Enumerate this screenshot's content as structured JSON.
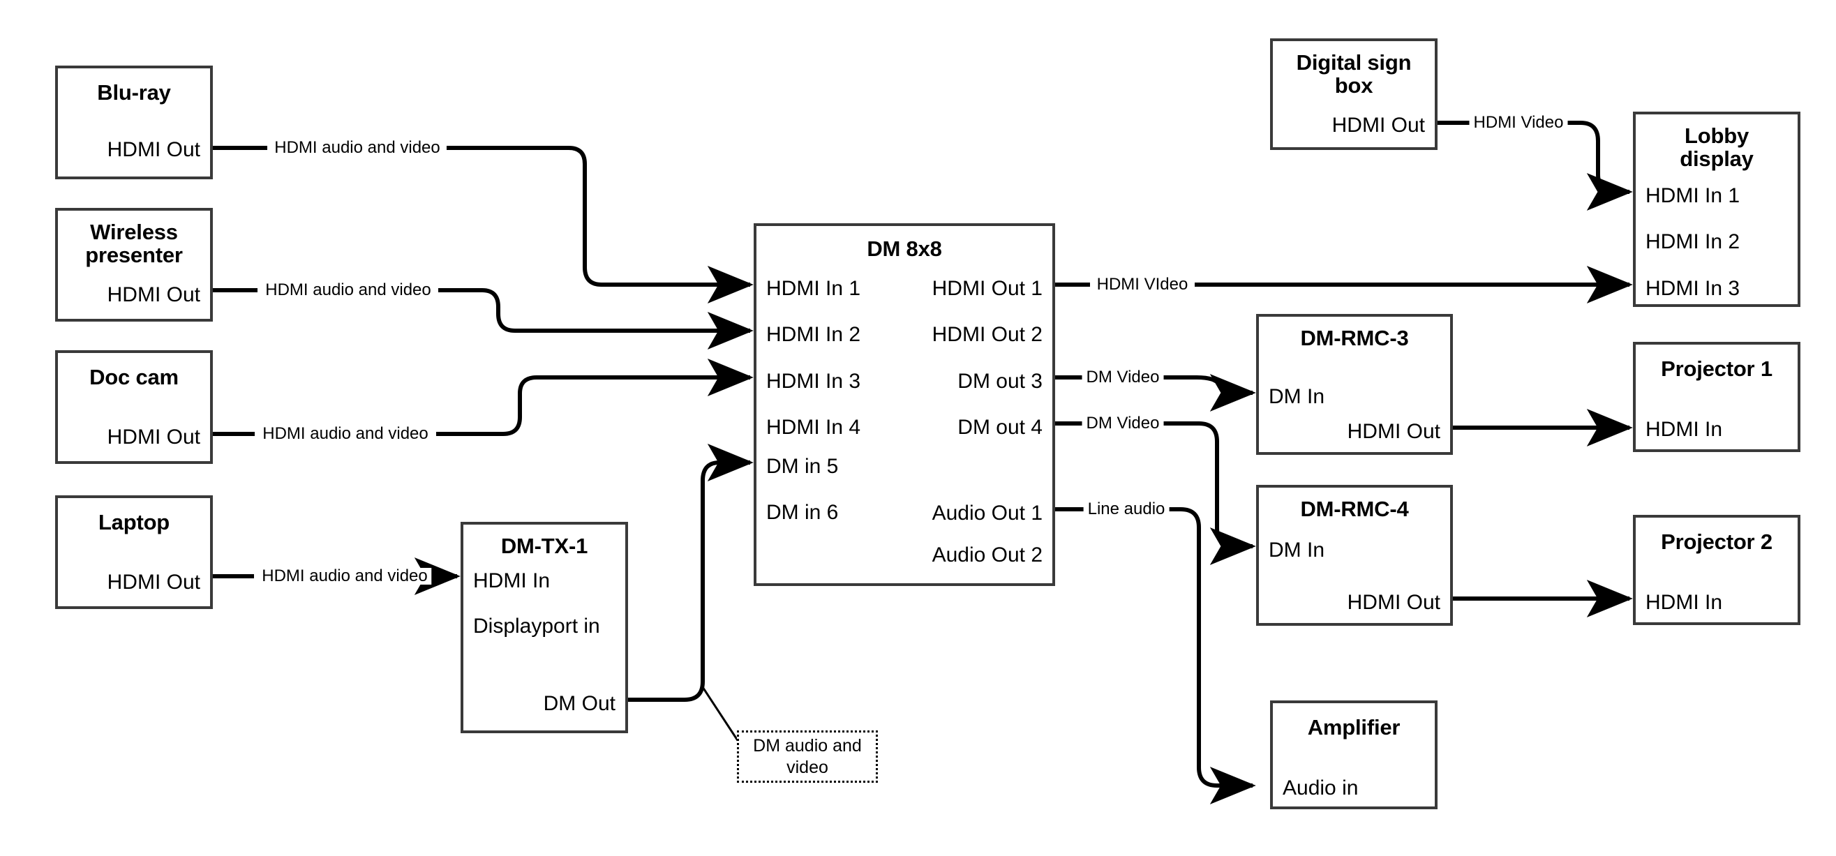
{
  "diagram": {
    "title": "AV signal flow diagram",
    "colors": {
      "box_border": "#3a3a3a",
      "line": "#000000",
      "background": "#ffffff"
    }
  },
  "nodes": {
    "bluray": {
      "title": "Blu-ray",
      "ports": {
        "out1": "HDMI Out"
      }
    },
    "wireless": {
      "title": "Wireless\npresenter",
      "title_line1": "Wireless",
      "title_line2": "presenter",
      "ports": {
        "out1": "HDMI Out"
      }
    },
    "doccam": {
      "title": "Doc cam",
      "ports": {
        "out1": "HDMI Out"
      }
    },
    "laptop": {
      "title": "Laptop",
      "ports": {
        "out1": "HDMI Out"
      }
    },
    "dmtx1": {
      "title": "DM-TX-1",
      "ports": {
        "in1": "HDMI In",
        "in2": "Displayport in",
        "out1": "DM Out"
      }
    },
    "dm8x8": {
      "title": "DM 8x8",
      "inputs": [
        "HDMI In 1",
        "HDMI In 2",
        "HDMI In 3",
        "HDMI In 4",
        "DM in 5",
        "DM in 6"
      ],
      "outputs": [
        "HDMI Out 1",
        "HDMI Out 2",
        "DM out 3",
        "DM out 4",
        "Audio Out 1",
        "Audio Out 2"
      ]
    },
    "digitalsign": {
      "title_line1": "Digital sign",
      "title_line2": "box",
      "ports": {
        "out1": "HDMI Out"
      }
    },
    "lobby": {
      "title_line1": "Lobby",
      "title_line2": "display",
      "inputs": [
        "HDMI In 1",
        "HDMI In 2",
        "HDMI In 3"
      ]
    },
    "dmrmc3": {
      "title": "DM-RMC-3",
      "ports": {
        "in1": "DM In",
        "out1": "HDMI Out"
      }
    },
    "dmrmc4": {
      "title": "DM-RMC-4",
      "ports": {
        "in1": "DM In",
        "out1": "HDMI Out"
      }
    },
    "projector1": {
      "title": "Projector 1",
      "ports": {
        "in1": "HDMI In"
      }
    },
    "projector2": {
      "title": "Projector 2",
      "ports": {
        "in1": "HDMI In"
      }
    },
    "amplifier": {
      "title": "Amplifier",
      "ports": {
        "in1": "Audio in"
      }
    }
  },
  "wire_labels": {
    "bluray_to_dm": "HDMI audio and video",
    "wireless_to_dm": "HDMI audio and video",
    "doccam_to_dm": "HDMI audio and video",
    "laptop_to_dmtx1": "HDMI audio and video",
    "dmtx1_to_dm": "DM audio and video",
    "dm_to_lobby": "HDMI VIdeo",
    "sign_to_lobby": "HDMI Video",
    "dm_to_rmc3": "DM Video",
    "dm_to_rmc4": "DM Video",
    "dm_to_amp": "Line audio"
  }
}
